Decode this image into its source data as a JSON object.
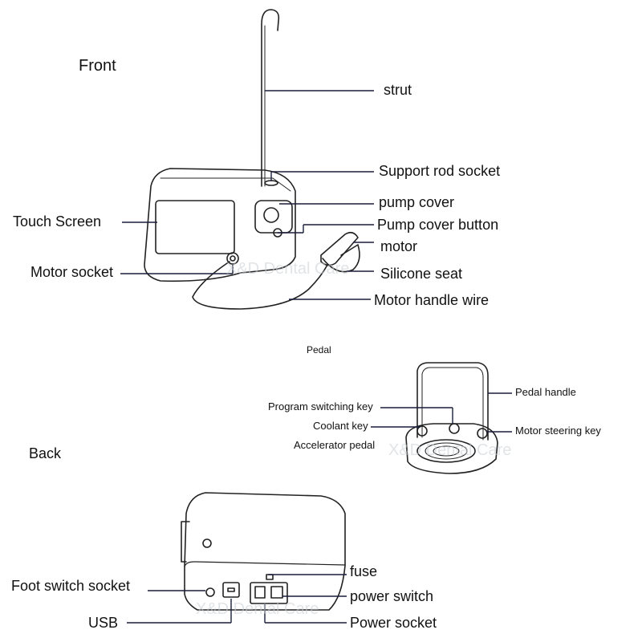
{
  "sections": {
    "front": "Front",
    "back": "Back",
    "pedal": "Pedal"
  },
  "front_labels": {
    "strut": "strut",
    "support_rod_socket": "Support rod socket",
    "pump_cover": "pump cover",
    "pump_cover_button": "Pump cover button",
    "motor": "motor",
    "silicone_seat": "Silicone seat",
    "motor_handle_wire": "Motor handle wire",
    "touch_screen": "Touch Screen",
    "motor_socket": "Motor socket"
  },
  "pedal_labels": {
    "pedal_handle": "Pedal handle",
    "program_switching_key": "Program switching key",
    "coolant_key": "Coolant key",
    "accelerator_pedal": "Accelerator pedal",
    "motor_steering_key": "Motor steering key"
  },
  "back_labels": {
    "fuse": "fuse",
    "power_switch": "power switch",
    "power_socket": "Power socket",
    "foot_switch_socket": "Foot switch socket",
    "usb": "USB"
  },
  "watermark": {
    "text_front": "X&D Dental Care",
    "text_pedal": "X&D Dental Care",
    "text_back": "X&D Dental Care"
  }
}
